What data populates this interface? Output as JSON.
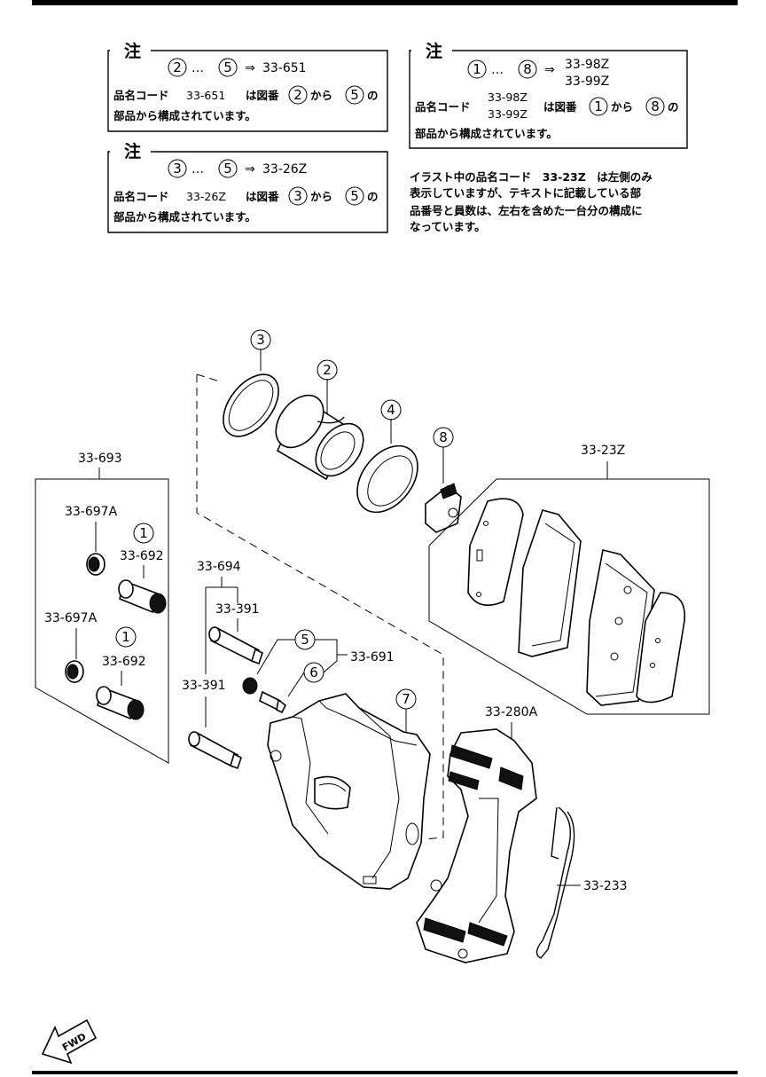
{
  "notes": {
    "note1": {
      "heading": "注",
      "from_no": "2",
      "ellipsis": "…",
      "to_no": "5",
      "arrow": "⇒",
      "code": "33-651",
      "line2_prefix": "品名コード",
      "line2_code": "33-651",
      "line2_mid": "は図番",
      "line2_kara": "から",
      "line2_no": "の",
      "line3": "部品から構成されています。"
    },
    "note2": {
      "heading": "注",
      "from_no": "3",
      "ellipsis": "…",
      "to_no": "5",
      "arrow": "⇒",
      "code": "33-26Z",
      "line2_prefix": "品名コード",
      "line2_code": "33-26Z",
      "line2_mid": "は図番",
      "line2_kara": "から",
      "line2_no": "の",
      "line3": "部品から構成されています。"
    },
    "note3": {
      "heading": "注",
      "from_no": "1",
      "ellipsis": "…",
      "to_no": "8",
      "arrow": "⇒",
      "code_a": "33-98Z",
      "code_b": "33-99Z",
      "line2_prefix": "品名コード",
      "line2_code_a": "33-98Z",
      "line2_code_b": "33-99Z",
      "line2_mid": "は図番",
      "line2_kara": "から",
      "line2_no": "の",
      "line3": "部品から構成されています。"
    },
    "remark": [
      "イラスト中の品名コード　33-23Z　は左側のみ",
      "表示していますが、テキストに記載している部",
      "品番号と員数は、左右を含めた一台分の構成に",
      "なっています。"
    ]
  },
  "labels": {
    "n3": "3",
    "n2": "2",
    "n4": "4",
    "n8": "8",
    "n1a": "1",
    "n1b": "1",
    "n5": "5",
    "n6": "6",
    "n7": "7",
    "p33_693": "33-693",
    "p33_697A_a": "33-697A",
    "p33_692_a": "33-692",
    "p33_697A_b": "33-697A",
    "p33_692_b": "33-692",
    "p33_694": "33-694",
    "p33_391_a": "33-391",
    "p33_391_b": "33-391",
    "p33_691": "33-691",
    "p33_23Z": "33-23Z",
    "p33_280A": "33-280A",
    "p33_233": "33-233",
    "fwd": "FWD"
  }
}
